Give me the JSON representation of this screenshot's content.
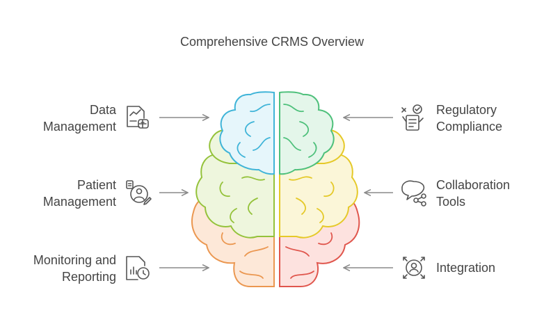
{
  "title": "Comprehensive CRMS Overview",
  "left_items": [
    {
      "line1": "Data",
      "line2": "Management",
      "icon": "document-chart-plus-icon"
    },
    {
      "line1": "Patient",
      "line2": "Management",
      "icon": "patient-record-icon"
    },
    {
      "line1": "Monitoring and",
      "line2": "Reporting",
      "icon": "report-clock-icon"
    }
  ],
  "right_items": [
    {
      "line1": "Regulatory",
      "line2": "Compliance",
      "icon": "compliance-checklist-icon"
    },
    {
      "line1": "Collaboration",
      "line2": "Tools",
      "icon": "chat-share-icon"
    },
    {
      "line1": "Integration",
      "line2": "",
      "icon": "integration-user-icon"
    }
  ],
  "colors": {
    "blue": "#3fb4d8",
    "blue_fill": "#e6f6fb",
    "green": "#4ec07b",
    "green_fill": "#e4f6ea",
    "lime": "#94c23a",
    "lime_fill": "#eef6dd",
    "yellow": "#e5c928",
    "yellow_fill": "#fbf6d8",
    "orange": "#eb9750",
    "orange_fill": "#fde8d8",
    "red": "#e0564d",
    "red_fill": "#fde2df",
    "text": "#444444",
    "icon": "#555555",
    "arrow": "#8a8a8a"
  }
}
